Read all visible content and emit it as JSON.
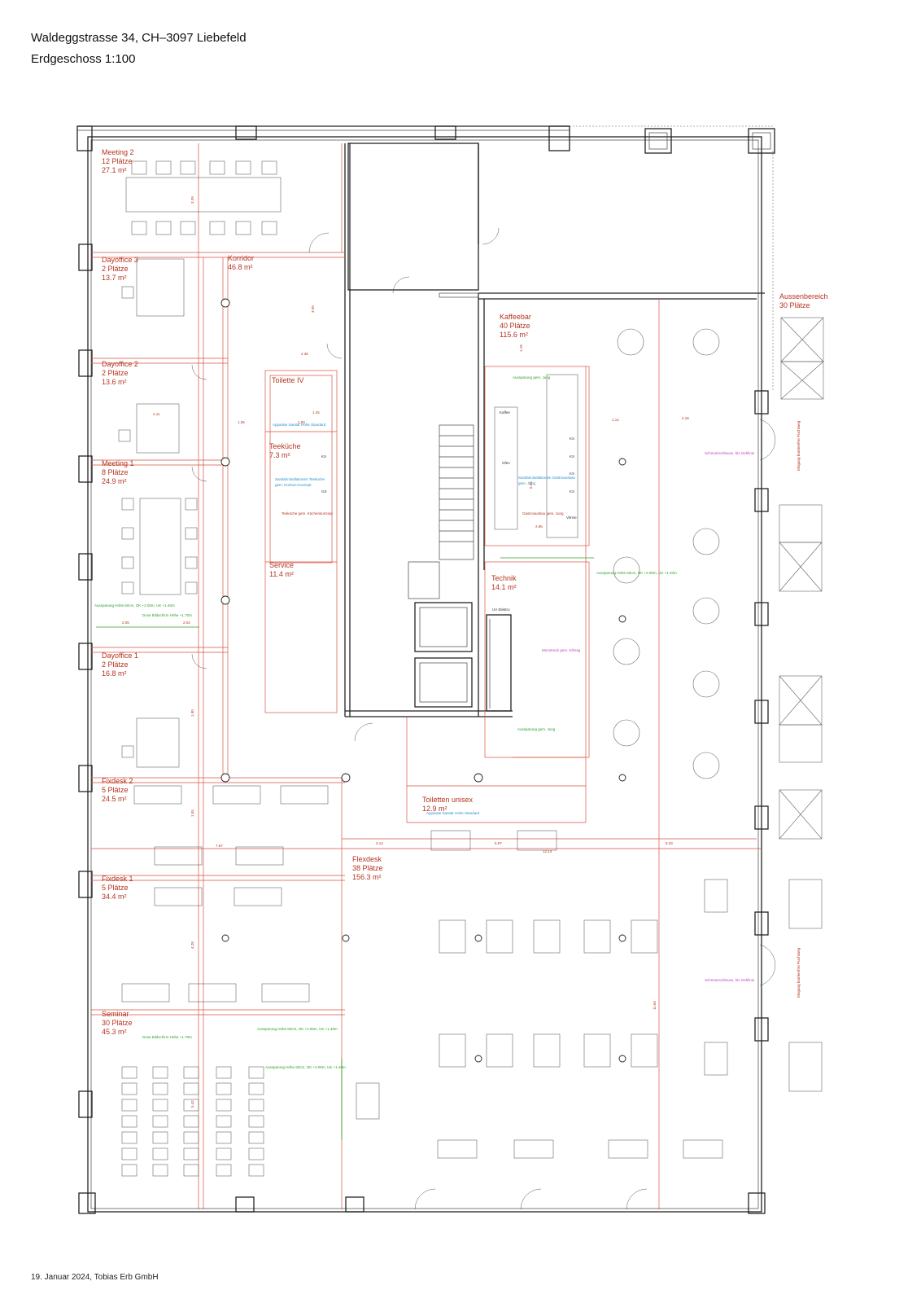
{
  "header": {
    "address": "Waldeggstrasse 34, CH–3097 Liebefeld",
    "scale": "Erdgeschoss 1:100"
  },
  "footer": {
    "text": "19. Januar 2024, Tobias Erb GmbH"
  },
  "rooms": [
    {
      "name": "Meeting 2",
      "seats": "12 Plätze",
      "area": "27.1 m²"
    },
    {
      "name": "Korridor",
      "area": "46.8 m²"
    },
    {
      "name": "Dayoffice 3",
      "seats": "2 Plätze",
      "area": "13.7 m²"
    },
    {
      "name": "Dayoffice 2",
      "seats": "2 Plätze",
      "area": "13.6 m²"
    },
    {
      "name": "Toilette IV"
    },
    {
      "name": "Teeküche",
      "area": "7.3 m²"
    },
    {
      "name": "Meeting 1",
      "seats": "8 Plätze",
      "area": "24.9 m²"
    },
    {
      "name": "Service",
      "area": "11.4 m²"
    },
    {
      "name": "Dayoffice 1",
      "seats": "2 Plätze",
      "area": "16.8 m²"
    },
    {
      "name": "Fixdesk 2",
      "seats": "5 Plätze",
      "area": "24.5 m²"
    },
    {
      "name": "Fixdesk 1",
      "seats": "5 Plätze",
      "area": "34.4 m²"
    },
    {
      "name": "Seminar",
      "seats": "30 Plätze",
      "area": "45.3 m²"
    },
    {
      "name": "Flexdesk",
      "seats": "38 Plätze",
      "area": "156.3 m²"
    },
    {
      "name": "Kaffeebar",
      "seats": "40 Plätze",
      "area": "115.6 m²"
    },
    {
      "name": "Technik",
      "area": "14.1 m²"
    },
    {
      "name": "Toiletten unisex",
      "area": "12.9 m²"
    },
    {
      "name": "Aussenbereich",
      "seats": "30 Plätze"
    }
  ],
  "annotations": {
    "teekueche_sanitaer": "Sanitärinstallationen Teeküche",
    "teekueche_gem": "gem. Küchen-Konzept",
    "teekueche_konzept": "Teeküche gem. Küchenkonzept",
    "gastro_sanitaer": "Sanitärinstallationen Gastroausbau",
    "gastro_gem": "gem. Jung",
    "gastro_ausbau": "Gastroausbau gem. Jung",
    "apparate": "Apparate Sanitär Höhe Standard",
    "aussparung_jung": "Aussparung gem. Jung",
    "aussparung_60": "Aussparung Höhe 60cm, OK +2.00m, UK +1.40m",
    "bildschirm": "Dose Bildschirm Höhe +1.70m",
    "montrack": "Monotrack gem. Kilmag",
    "uv_elektro": "UV Elektro",
    "schmutz": "Schmutzschleuse, bis Gehlinie",
    "eingang": "Eingang barrierefrei Fluchtweg",
    "ks": "KS",
    "gs": "GS",
    "ofen": "Ofen",
    "kaffee": "Kaffee",
    "vitrine": "Vitrine"
  },
  "dimensions": [
    "3.39",
    "2.36",
    "1.35",
    "1.00",
    "1.25",
    "7.67",
    "5.97",
    "2.14",
    "12.14",
    "5.33",
    "4.18",
    "1.14",
    "2.95",
    "1.18",
    "6.22",
    "11.64",
    "4.28",
    "5.42",
    "2.05",
    "2.04",
    "3.39",
    "4.11",
    "1.90",
    "1.55"
  ]
}
